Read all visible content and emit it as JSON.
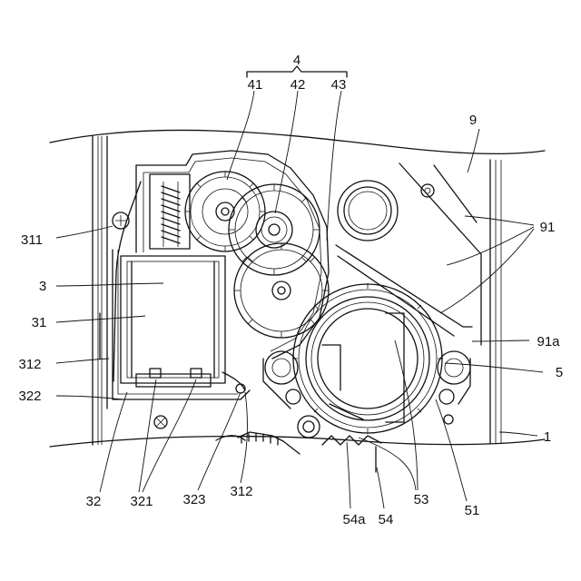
{
  "labels": {
    "l4": "4",
    "l41": "41",
    "l42": "42",
    "l43": "43",
    "l9": "9",
    "l91": "91",
    "l311": "311",
    "l3": "3",
    "l31": "31",
    "l91a": "91a",
    "l312a": "312",
    "l5": "5",
    "l322": "322",
    "l1": "1",
    "l32": "32",
    "l321": "321",
    "l323": "323",
    "l312b": "312",
    "l54a": "54a",
    "l54": "54",
    "l53": "53",
    "l51": "51"
  }
}
